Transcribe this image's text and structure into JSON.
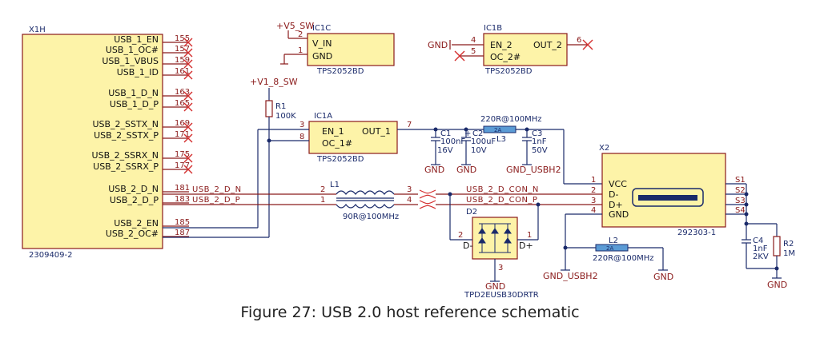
{
  "caption": "Figure 27: USB 2.0 host reference schematic",
  "x1h": {
    "ref": "X1H",
    "part": "2309409-2",
    "pins": [
      {
        "name": "USB_1_EN",
        "num": "155"
      },
      {
        "name": "USB_1_OC#",
        "num": "157"
      },
      {
        "name": "USB_1_VBUS",
        "num": "159"
      },
      {
        "name": "USB_1_ID",
        "num": "161"
      },
      {
        "name": "USB_1_D_N",
        "num": "163"
      },
      {
        "name": "USB_1_D_P",
        "num": "165"
      },
      {
        "name": "USB_2_SSTX_N",
        "num": "169"
      },
      {
        "name": "USB_2_SSTX_P",
        "num": "171"
      },
      {
        "name": "USB_2_SSRX_N",
        "num": "175"
      },
      {
        "name": "USB_2_SSRX_P",
        "num": "177"
      },
      {
        "name": "USB_2_D_N",
        "num": "181"
      },
      {
        "name": "USB_2_D_P",
        "num": "183"
      },
      {
        "name": "USB_2_EN",
        "num": "185"
      },
      {
        "name": "USB_2_OC#",
        "num": "187"
      }
    ]
  },
  "ic1c": {
    "ref": "IC1C",
    "part": "TPS2052BD",
    "pin_vin": "V_IN",
    "pin_gnd": "GND",
    "num_vin": "2",
    "num_gnd": "1",
    "rail": "+V5_SW"
  },
  "ic1b": {
    "ref": "IC1B",
    "part": "TPS2052BD",
    "pin_en": "EN_2",
    "pin_oc": "OC_2#",
    "pin_out": "OUT_2",
    "num_en": "4",
    "num_oc": "5",
    "num_out": "6",
    "gnd": "GND"
  },
  "ic1a": {
    "ref": "IC1A",
    "part": "TPS2052BD",
    "pin_en": "EN_1",
    "pin_oc": "OC_1#",
    "pin_out": "OUT_1",
    "num_en": "3",
    "num_oc": "8",
    "num_out": "7"
  },
  "r1": {
    "ref": "R1",
    "value": "100K",
    "rail": "+V1_8_SW"
  },
  "c1": {
    "ref": "C1",
    "value": "100nF",
    "volt": "16V",
    "gnd": "GND"
  },
  "c2": {
    "ref": "C2",
    "value": "100uF",
    "volt": "10V",
    "gnd": "GND",
    "polarity": "+"
  },
  "l3": {
    "ref": "L3",
    "value": "220R@100MHz",
    "rating": "2A"
  },
  "c3": {
    "ref": "C3",
    "value": "1nF",
    "volt": "50V",
    "gnd": "GND_USBH2"
  },
  "l1": {
    "ref": "L1",
    "value": "90R@100MHz",
    "pins": [
      "2",
      "1",
      "3",
      "4"
    ]
  },
  "nets": {
    "dn": "USB_2_D_N",
    "dp": "USB_2_D_P",
    "con_n": "USB_2_D_CON_N",
    "con_p": "USB_2_D_CON_P"
  },
  "x2": {
    "ref": "X2",
    "part": "292303-1",
    "pins": [
      {
        "name": "VCC",
        "num": "1"
      },
      {
        "name": "D-",
        "num": "2"
      },
      {
        "name": "D+",
        "num": "3"
      },
      {
        "name": "GND",
        "num": "4"
      }
    ],
    "shield": [
      "S1",
      "S2",
      "S3",
      "S4"
    ]
  },
  "d2": {
    "ref": "D2",
    "part": "TPD2EUSB30DRTR",
    "pin_dm": "D-",
    "pin_dp": "D+",
    "num_dm": "2",
    "num_dp": "1",
    "num_gnd": "3",
    "gnd": "GND"
  },
  "l2": {
    "ref": "L2",
    "value": "220R@100MHz",
    "rating": "2A",
    "gnd_left": "GND_USBH2",
    "gnd_right": "GND"
  },
  "c4": {
    "ref": "C4",
    "value": "1nF",
    "volt": "2KV"
  },
  "r2": {
    "ref": "R2",
    "value": "1M",
    "gnd": "GND"
  }
}
